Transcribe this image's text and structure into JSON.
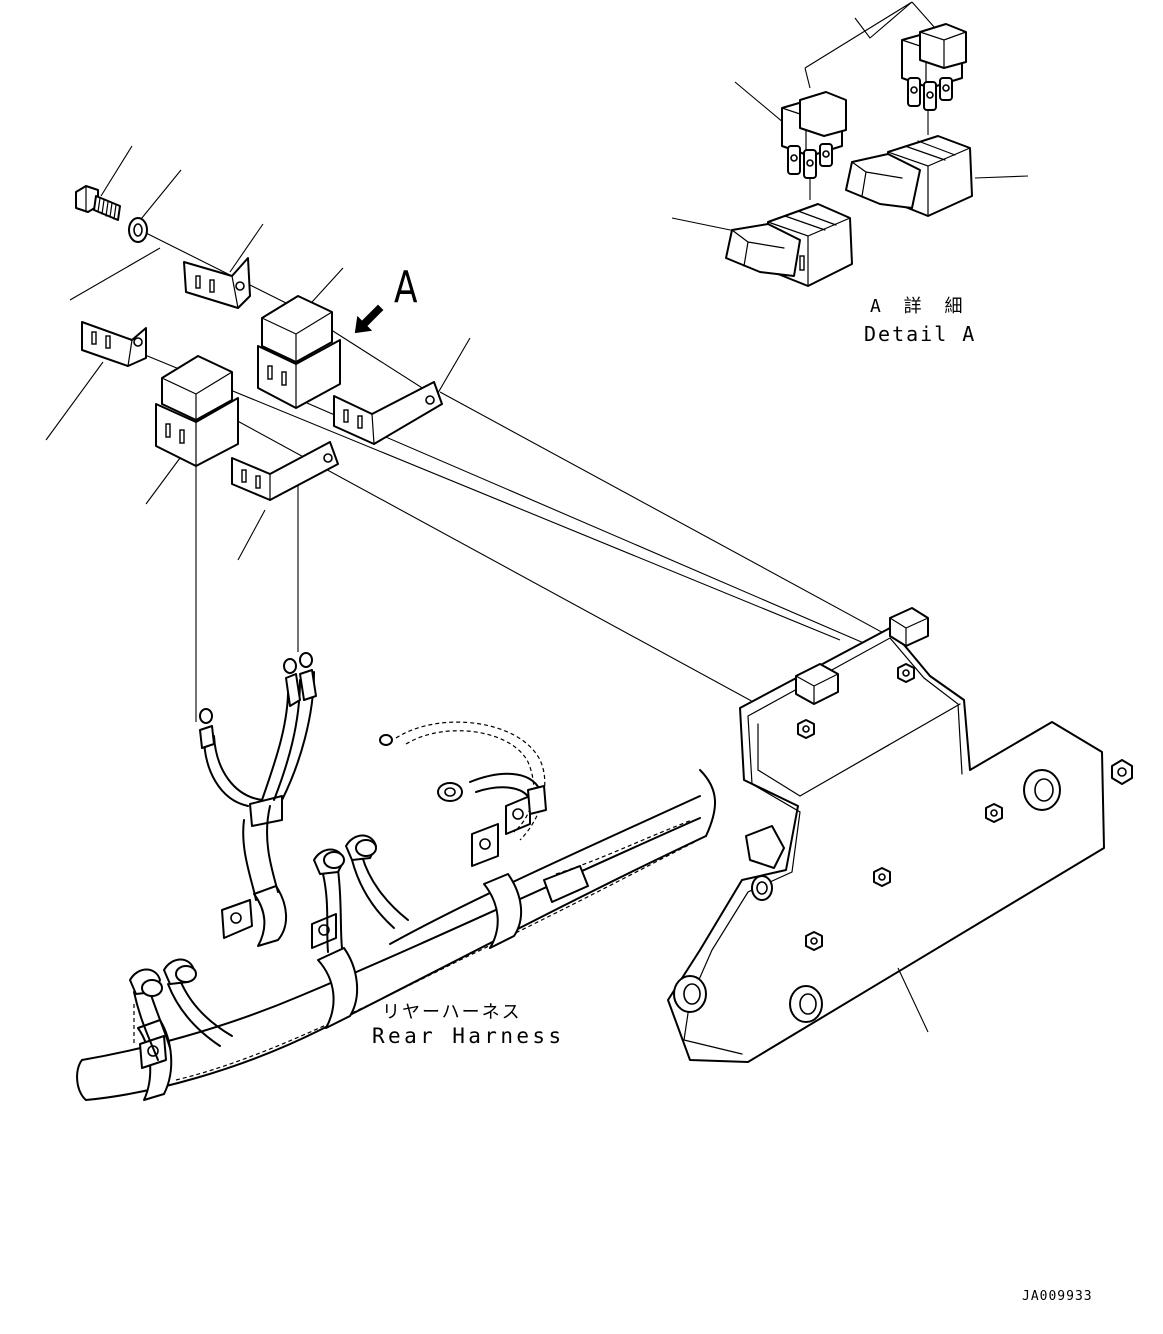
{
  "callout": {
    "view_letter": "A"
  },
  "detail": {
    "title_jp": "A 詳 細",
    "title_en": "Detail A"
  },
  "harness": {
    "label_jp": "リヤーハーネス",
    "label_en": "Rear Harness"
  },
  "drawing_number": "JA009933",
  "icons": [
    "relay-icon",
    "bracket-icon",
    "bolt-icon",
    "washer-icon",
    "fuse-icon",
    "mounting-plate-icon",
    "arrow-icon"
  ]
}
